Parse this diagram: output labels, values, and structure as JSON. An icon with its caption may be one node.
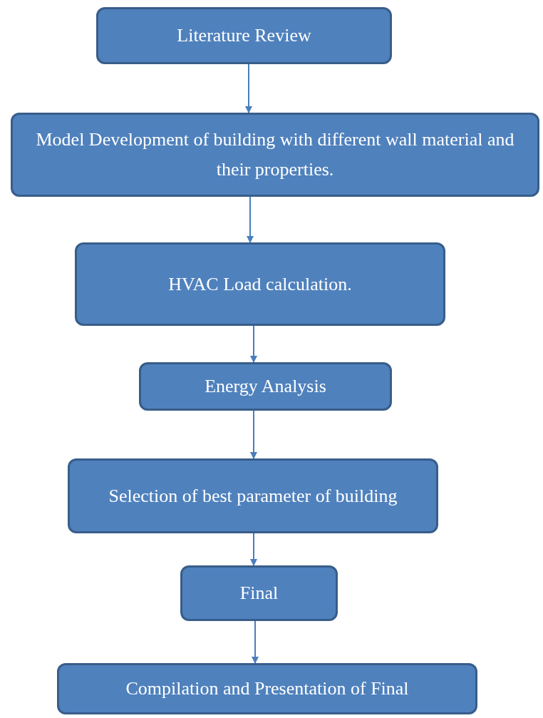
{
  "diagram": {
    "nodes": [
      {
        "text": [
          "Literature Review"
        ]
      },
      {
        "text": [
          "Model Development of building with different wall material and their properties."
        ]
      },
      {
        "text": [
          "HVAC Load calculation."
        ]
      },
      {
        "text": [
          "Energy Analysis"
        ]
      },
      {
        "text": [
          "Selection of best parameter of building"
        ]
      },
      {
        "text": [
          "Final"
        ]
      },
      {
        "text": [
          "Compilation and Presentation of Final"
        ]
      }
    ],
    "edges": [
      {
        "from": 0,
        "to": 1,
        "arrow": "to"
      },
      {
        "from": 1,
        "to": 2,
        "arrow": "to"
      },
      {
        "from": 2,
        "to": 3,
        "arrow": "to"
      },
      {
        "from": 3,
        "to": 4,
        "arrow": "to"
      },
      {
        "from": 4,
        "to": 5,
        "arrow": "to"
      },
      {
        "from": 5,
        "to": 6,
        "arrow": "to"
      }
    ]
  }
}
